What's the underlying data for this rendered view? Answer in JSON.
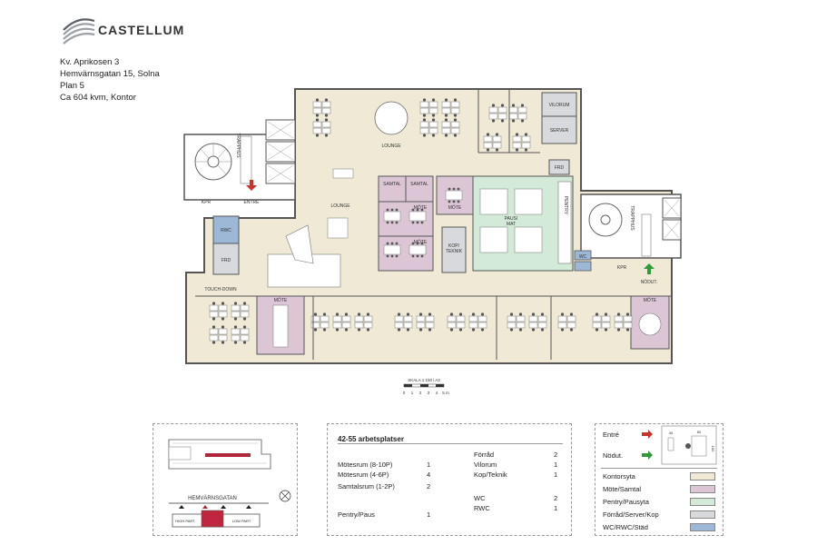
{
  "brand": {
    "name": "CASTELLUM"
  },
  "address": {
    "line1": "Kv. Aprikosen 3",
    "line2": "Hemvärnsgatan 15, Solna",
    "line3": "Plan 5",
    "line4": "Ca 604 kvm, Kontor"
  },
  "plan_labels": {
    "lounge_top": "LOUNGE",
    "lounge_mid": "LOUNGE",
    "vilorum": "VILORUM",
    "server": "SERVER",
    "frd_top": "FRD",
    "samtal_1": "SAMTAL",
    "samtal_2": "SAMTAL",
    "mote_1": "MÖTE",
    "mote_2": "MÖTE",
    "mote_3": "MÖTE",
    "mote_4": "MÖTE",
    "mote_5": "MÖTE",
    "pentry": "PENTRY",
    "paus_mat": "PAUS/\nMAT",
    "kop_teknik": "KOP/\nTEKNIK",
    "trapphus_left": "TRAPPHUS",
    "trapphus_right": "TRAPPHUS",
    "entre": "ENTRÉ",
    "kpr_left": "KPR",
    "kpr_right": "KPR",
    "rwc": "RWC",
    "frd_left": "FRD",
    "touch_down": "TOUCH-DOWN",
    "nodut": "NÖDUT.",
    "wc": "WC"
  },
  "scale": {
    "label": "SKALA 1:150 i A3",
    "ticks": [
      "0",
      "1",
      "2",
      "3",
      "4",
      "5 m"
    ]
  },
  "site_plan": {
    "street": "HEMVÄRNSGATAN",
    "high_part": "HIGH PART",
    "low_part": "LOW PART"
  },
  "stats": {
    "heading": "42-55 arbetsplatser",
    "left": [
      {
        "label": "Mötesrum (8-10P)",
        "value": "1"
      },
      {
        "label": "Mötesrum (4-6P)",
        "value": "4"
      },
      {
        "label": "Samtalsrum (1-2P)",
        "value": "2"
      },
      {
        "label": "Pentry/Paus",
        "value": "1"
      }
    ],
    "right": [
      {
        "label": "Förråd",
        "value": "2"
      },
      {
        "label": "Vilorum",
        "value": "1"
      },
      {
        "label": "Kop/Teknik",
        "value": "1"
      },
      {
        "label": "WC",
        "value": "2"
      },
      {
        "label": "RWC",
        "value": "1"
      }
    ]
  },
  "legend": {
    "entre": "Entré",
    "nodut": "Nödut.",
    "desk_dims": {
      "w": "80",
      "d": "160",
      "h": "45"
    },
    "items": [
      {
        "label": "Kontorsyta",
        "color": "#efe9d6"
      },
      {
        "label": "Möte/Samtal",
        "color": "#dcc6d6"
      },
      {
        "label": "Pentry/Pausyta",
        "color": "#d3ead8"
      },
      {
        "label": "Förråd/Server/Kop",
        "color": "#d8d9dc"
      },
      {
        "label": "WC/RWC/Städ",
        "color": "#9db8d6"
      }
    ]
  },
  "colors": {
    "office": "#efe9d6",
    "meeting": "#dcc6d6",
    "pantry": "#d3ead8",
    "storage": "#d8d9dc",
    "wc": "#9db8d6",
    "wall": "#555555",
    "entry_arrow": "#c8342c",
    "exit_arrow": "#2e9a3a"
  }
}
